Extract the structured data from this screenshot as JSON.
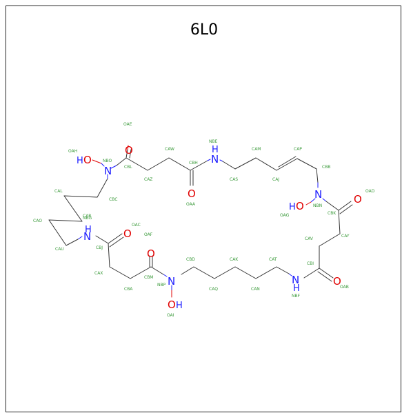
{
  "title": "6L0",
  "colors": {
    "oxygen": "#e00000",
    "nitrogen": "#1a1aff",
    "atom_label": "#3a9a3a",
    "bond": "#333333"
  },
  "heteroatoms": {
    "o_top_left": "O",
    "o_ohj_left": "O",
    "h_ohj_left": "H",
    "n_left": "N",
    "o_oaa": "O",
    "h_nbe": "H",
    "n_nbe": "N",
    "n_right": "N",
    "o_oag": "O",
    "h_oag": "H",
    "o_oad": "O",
    "n_left_bottom": "N",
    "h_left_bottom": "H",
    "o_oac": "O",
    "o_oaf": "O",
    "n_bottom": "N",
    "o_oai": "O",
    "h_oai": "H",
    "n_nbf": "N",
    "h_nbf": "H",
    "o_oab": "O"
  },
  "atom_labels": {
    "OAE": "OAE",
    "OAH": "OAH",
    "NBO": "NBO",
    "CBL": "CBL",
    "CAW": "CAW",
    "CAZ": "CAZ",
    "CBH": "CBH",
    "NBE": "NBE",
    "CAM": "CAM",
    "CAS": "CAS",
    "CAJ": "CAJ",
    "CAP": "CAP",
    "CBB": "CBB",
    "OAA": "OAA",
    "CAL": "CAL",
    "CBC": "CBC",
    "CAO": "CAO",
    "CAR": "CAR",
    "NBG": "NBG",
    "CAU": "CAU",
    "OAC": "OAC",
    "OAF": "OAF",
    "CBJ": "CBJ",
    "CAX": "CAX",
    "CBA": "CBA",
    "CBM": "CBM",
    "NBP": "NBP",
    "OAI": "OAI",
    "CBD": "CBD",
    "CAK": "CAK",
    "CAT": "CAT",
    "CAQ": "CAQ",
    "CAN": "CAN",
    "NBF": "NBF",
    "CBI": "CBI",
    "OAB": "OAB",
    "CAV": "CAV",
    "CAY": "CAY",
    "CBK": "CBK",
    "NBN": "NBN",
    "OAG": "OAG",
    "OAD": "OAD"
  }
}
